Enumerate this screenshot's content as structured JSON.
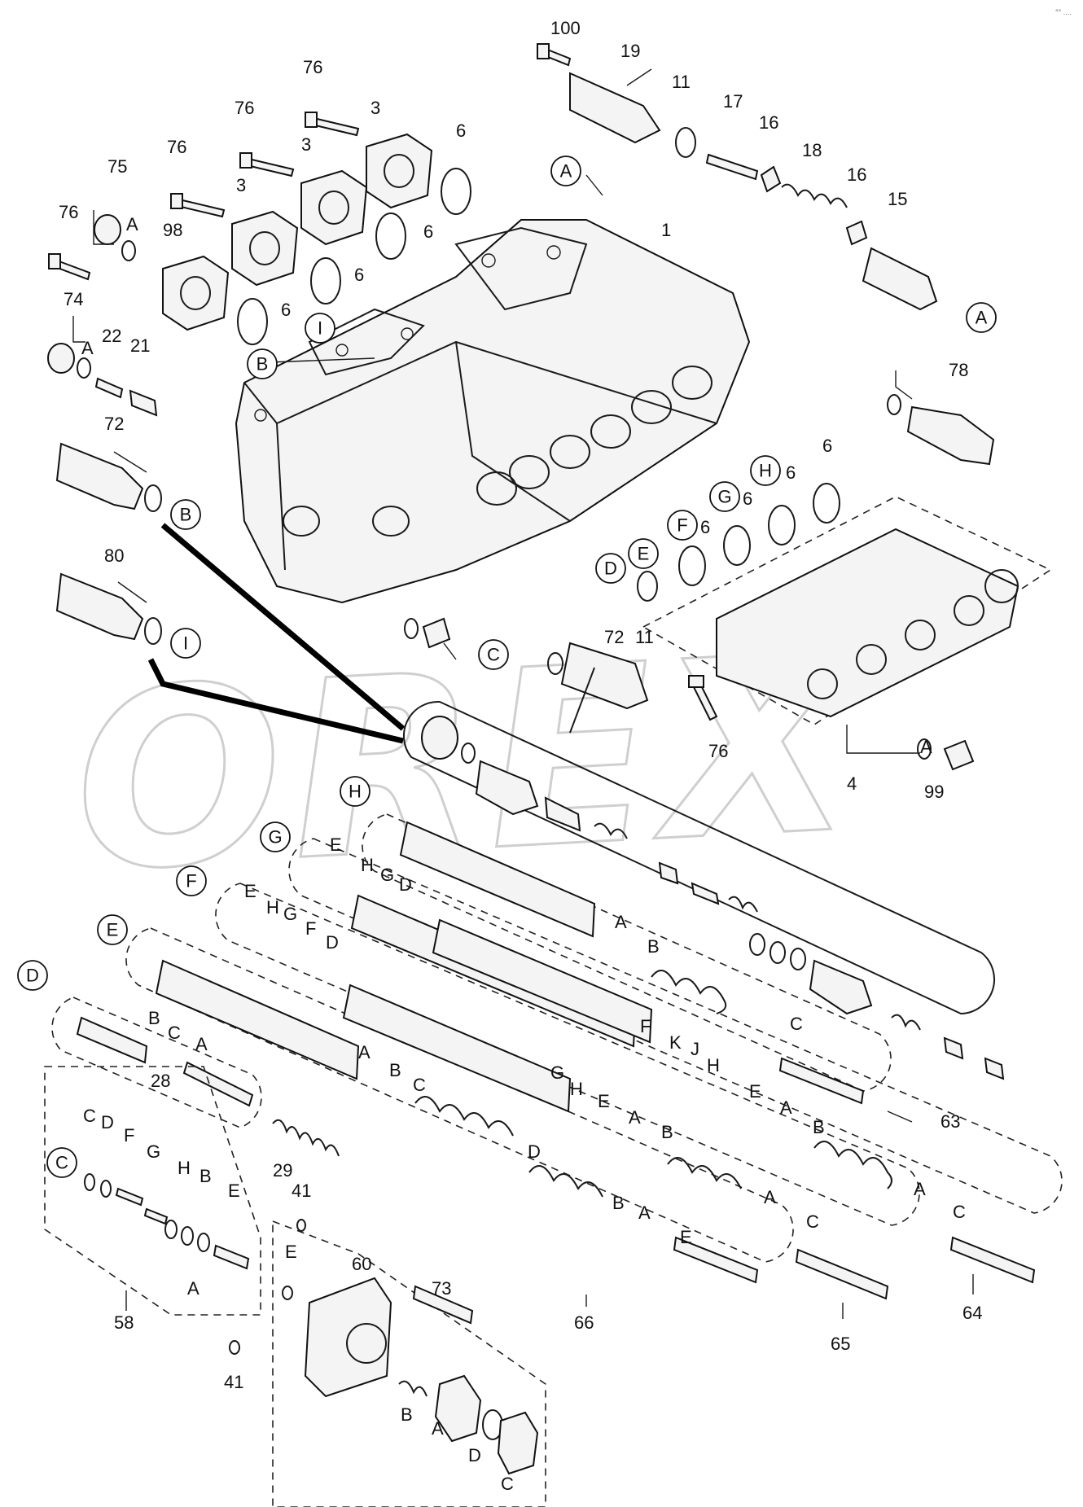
{
  "watermark": "OREX",
  "corner_mark": "°° ....",
  "callouts": {
    "top_parts": [
      "100",
      "19",
      "11",
      "17",
      "16",
      "18",
      "16",
      "15"
    ],
    "body_parts": [
      "1",
      "3",
      "3",
      "3",
      "98",
      "6",
      "6",
      "6",
      "6",
      "6"
    ],
    "bolts_76": [
      "76",
      "76",
      "76",
      "76",
      "76"
    ],
    "left_parts": [
      "75",
      "A",
      "74",
      "A",
      "22",
      "21",
      "72",
      "80"
    ],
    "circled_refs": [
      "A",
      "A",
      "B",
      "B",
      "C",
      "I",
      "I",
      "D",
      "E",
      "F",
      "G",
      "H",
      "G",
      "F",
      "E",
      "D",
      "C",
      "H"
    ],
    "right_parts": [
      "78",
      "6",
      "6",
      "6",
      "6",
      "11",
      "72",
      "76",
      "4",
      "99",
      "A"
    ],
    "spool_letters": [
      "E",
      "H",
      "G",
      "D",
      "E",
      "H",
      "G",
      "F",
      "D",
      "B",
      "C",
      "A",
      "A",
      "B",
      "C",
      "B",
      "A",
      "C",
      "F",
      "K",
      "J",
      "H",
      "E",
      "A",
      "B",
      "G",
      "H",
      "E",
      "A",
      "B",
      "D",
      "B",
      "A",
      "E",
      "A",
      "C",
      "A",
      "C"
    ],
    "assembly_numbers": [
      "63",
      "64",
      "65",
      "66",
      "28",
      "29",
      "58",
      "60",
      "73",
      "41",
      "41"
    ],
    "kit_58_letters": [
      "C",
      "D",
      "F",
      "G",
      "H",
      "B",
      "E",
      "A"
    ],
    "kit_60_letters": [
      "E",
      "B",
      "A",
      "D",
      "C"
    ]
  }
}
